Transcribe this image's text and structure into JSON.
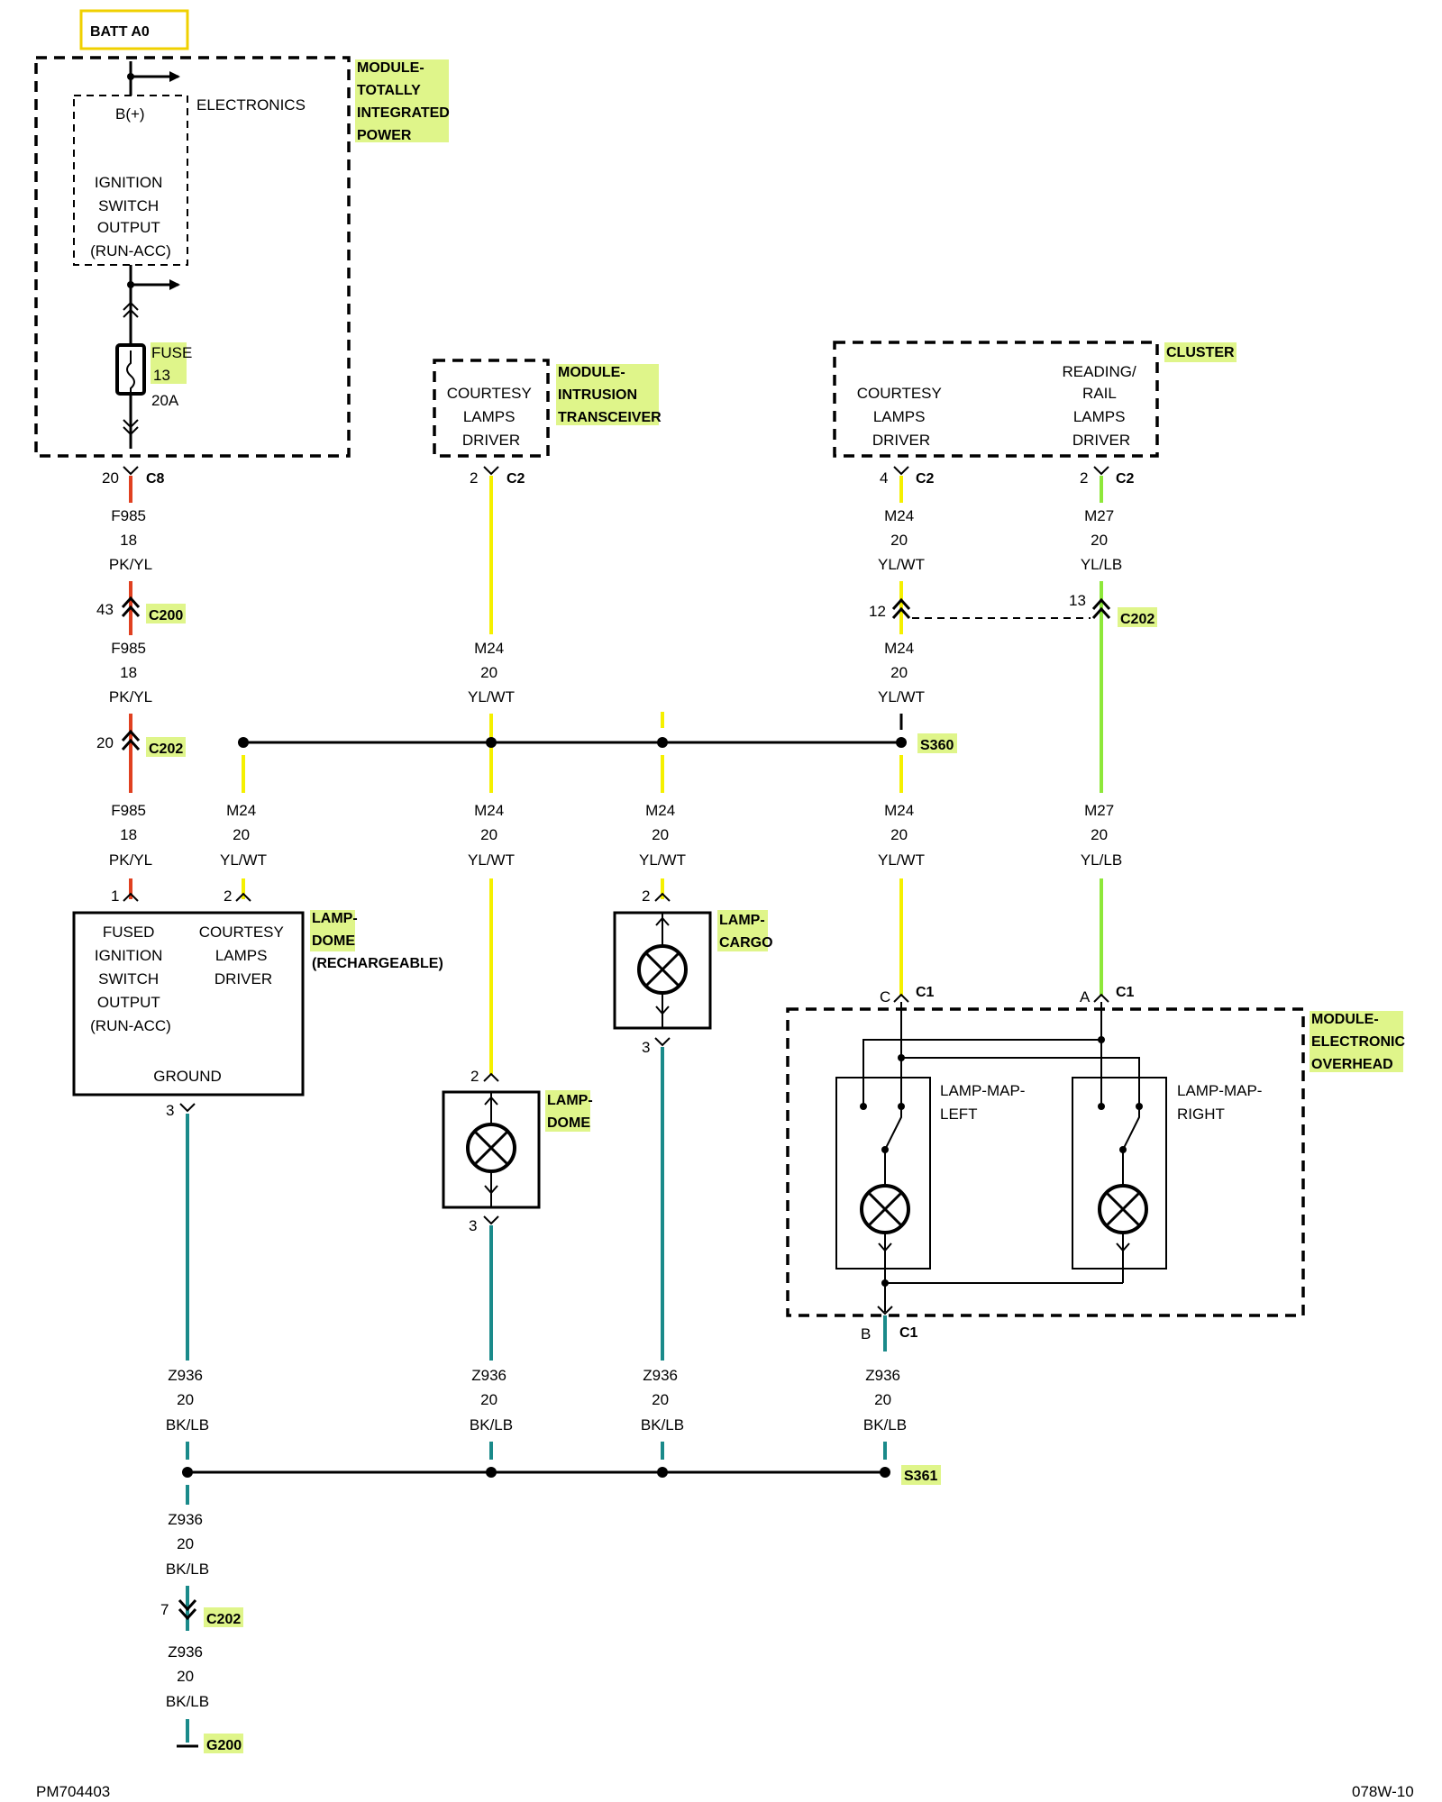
{
  "batt_label": "BATT A0",
  "modules": {
    "tipm": {
      "name_lines": [
        "MODULE-",
        "TOTALLY",
        "INTEGRATED",
        "POWER"
      ]
    },
    "itm": {
      "name_lines": [
        "MODULE-",
        "INTRUSION",
        "TRANSCEIVER"
      ]
    },
    "cluster": {
      "name": "CLUSTER"
    },
    "overhead": {
      "name_lines": [
        "MODULE-",
        "ELECTRONIC",
        "OVERHEAD"
      ]
    }
  },
  "tipm_internal": {
    "electronics": "ELECTRONICS",
    "bplus": "B(+)",
    "ign_lines": [
      "IGNITION",
      "SWITCH",
      "OUTPUT",
      "(RUN-ACC)"
    ],
    "fuse_name": "FUSE",
    "fuse_num": "13",
    "fuse_rating": "20A"
  },
  "itm_internal": {
    "lines": [
      "COURTESY",
      "LAMPS",
      "DRIVER"
    ]
  },
  "cluster_internal": {
    "left_lines": [
      "COURTESY",
      "LAMPS",
      "DRIVER"
    ],
    "right_lines": [
      "READING/",
      "RAIL",
      "LAMPS",
      "DRIVER"
    ]
  },
  "lamp_dome_recharge": {
    "left_lines": [
      "FUSED",
      "IGNITION",
      "SWITCH",
      "OUTPUT",
      "(RUN-ACC)"
    ],
    "right_lines": [
      "COURTESY",
      "LAMPS",
      "DRIVER"
    ],
    "ground": "GROUND",
    "name_lines": [
      "LAMP-",
      "DOME",
      "(RECHARGEABLE)"
    ]
  },
  "lamp_dome": {
    "name_lines": [
      "LAMP-",
      "DOME"
    ]
  },
  "lamp_cargo": {
    "name_lines": [
      "LAMP-",
      "CARGO"
    ]
  },
  "map_left": {
    "lines": [
      "LAMP-MAP-",
      "LEFT"
    ]
  },
  "map_right": {
    "lines": [
      "LAMP-MAP-",
      "RIGHT"
    ]
  },
  "connectors": {
    "c8": {
      "pin": "20",
      "name": "C8"
    },
    "c200_f985": {
      "pin": "43",
      "name": "C200"
    },
    "c202_f985": {
      "pin": "20",
      "name": "C202"
    },
    "itm_c2": {
      "pin": "2",
      "name": "C2"
    },
    "cluster_c2_m24": {
      "pin": "4",
      "name": "C2"
    },
    "cluster_c2_m27": {
      "pin": "2",
      "name": "C2"
    },
    "c202_m24": {
      "pin": "12"
    },
    "c202_m27": {
      "pin": "13",
      "name": "C202"
    },
    "s360": "S360",
    "s361": "S361",
    "dome_r_pin1": "1",
    "dome_r_pin2": "2",
    "dome_r_pin3": "3",
    "dome_pin2": "2",
    "dome_pin3": "3",
    "cargo_pin2": "2",
    "cargo_pin3": "3",
    "ovh_c": {
      "pin": "C",
      "name": "C1"
    },
    "ovh_a": {
      "pin": "A",
      "name": "C1"
    },
    "ovh_b": {
      "pin": "B",
      "name": "C1"
    },
    "c202_ground": {
      "pin": "7",
      "name": "C202"
    },
    "g200": "G200"
  },
  "wires": {
    "f985_a": [
      "F985",
      "18",
      "PK/YL"
    ],
    "f985_b": [
      "F985",
      "18",
      "PK/YL"
    ],
    "f985_c": [
      "F985",
      "18",
      "PK/YL"
    ],
    "m24_itm": [
      "M24",
      "20",
      "YL/WT"
    ],
    "m24_cl": [
      "M24",
      "20",
      "YL/WT"
    ],
    "m27_cl": [
      "M27",
      "20",
      "YL/LB"
    ],
    "m24_cl2": [
      "M24",
      "20",
      "YL/WT"
    ],
    "m24_dr": [
      "M24",
      "20",
      "YL/WT"
    ],
    "m24_dome": [
      "M24",
      "20",
      "YL/WT"
    ],
    "m24_cargo": [
      "M24",
      "20",
      "YL/WT"
    ],
    "m24_ovh": [
      "M24",
      "20",
      "YL/WT"
    ],
    "m27_ovh": [
      "M27",
      "20",
      "YL/LB"
    ],
    "z936_dr": [
      "Z936",
      "20",
      "BK/LB"
    ],
    "z936_dome": [
      "Z936",
      "20",
      "BK/LB"
    ],
    "z936_cargo": [
      "Z936",
      "20",
      "BK/LB"
    ],
    "z936_ovh": [
      "Z936",
      "20",
      "BK/LB"
    ],
    "z936_main": [
      "Z936",
      "20",
      "BK/LB"
    ],
    "z936_gnd": [
      "Z936",
      "20",
      "BK/LB"
    ]
  },
  "wire_colors": {
    "pk_yl": "#e04020",
    "yl": "#f5f000",
    "yl_lb": "#8ee83a",
    "bk_lb": "#1a8a8a"
  },
  "footer_left": "PM704403",
  "footer_right": "078W-10"
}
